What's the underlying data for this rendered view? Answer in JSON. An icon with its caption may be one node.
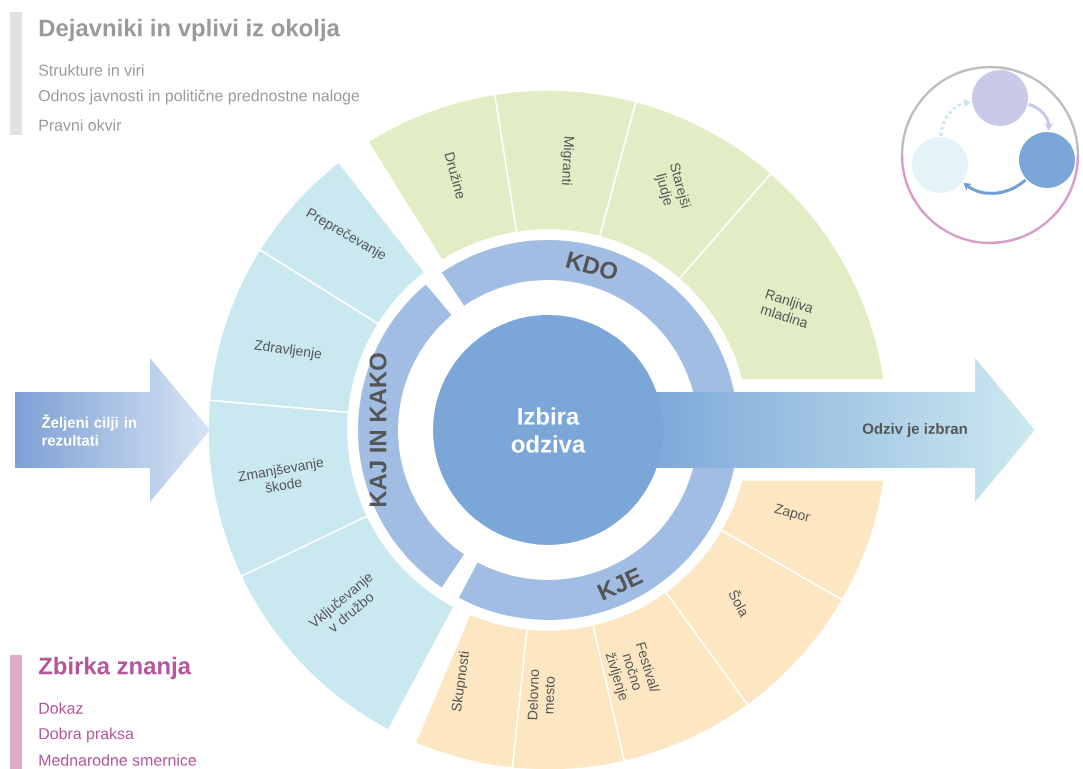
{
  "diagram": {
    "nodes": [
      {
        "text": [
          "Željeni cilji in rezultati"
        ]
      },
      {
        "text": [
          "Izbira odziva"
        ]
      },
      {
        "text": [
          "KDO"
        ]
      },
      {
        "text": [
          "Družine"
        ]
      },
      {
        "text": [
          "Migranti"
        ]
      },
      {
        "text": [
          "Starejši ljudje"
        ]
      },
      {
        "text": [
          "Ranljiva mladina"
        ]
      },
      {
        "text": [
          "KAJ IN KAKO"
        ]
      },
      {
        "text": [
          "Preprečevanje"
        ]
      },
      {
        "text": [
          "Zdravljenje"
        ]
      },
      {
        "text": [
          "Zmanjševanje škode"
        ]
      },
      {
        "text": [
          "Vključevanje v družbo"
        ]
      },
      {
        "text": [
          "KJE"
        ]
      },
      {
        "text": [
          "Skupnosti"
        ]
      },
      {
        "text": [
          "Delovno mesto"
        ]
      },
      {
        "text": [
          "Festival/ nočno življenje"
        ]
      },
      {
        "text": [
          "Šola"
        ]
      },
      {
        "text": [
          "Zapor"
        ]
      },
      {
        "text": [
          "Odziv je izbran"
        ]
      },
      {
        "text": [],
        "shape": "circle"
      },
      {
        "text": [],
        "shape": "circle"
      },
      {
        "text": [],
        "shape": "circle"
      }
    ],
    "edges": [
      {
        "from": 20,
        "to": 21,
        "arrow": "to",
        "color": "#c5c8e6"
      },
      {
        "from": 21,
        "to": 19,
        "arrow": "to",
        "color": "#6f9fd6"
      },
      {
        "from": 19,
        "to": 20,
        "arrow": "to",
        "style": "dashed",
        "color": "#c8e6f2"
      }
    ],
    "labels": [
      "Dejavniki in vplivi iz okolja",
      "Strukture in viri",
      "Odnos javnosti in politične prednostne naloge",
      "Pravni okvir",
      "Zbirka znanja",
      "Dokaz",
      "Dobra praksa",
      "Mednarodne smernice"
    ]
  }
}
